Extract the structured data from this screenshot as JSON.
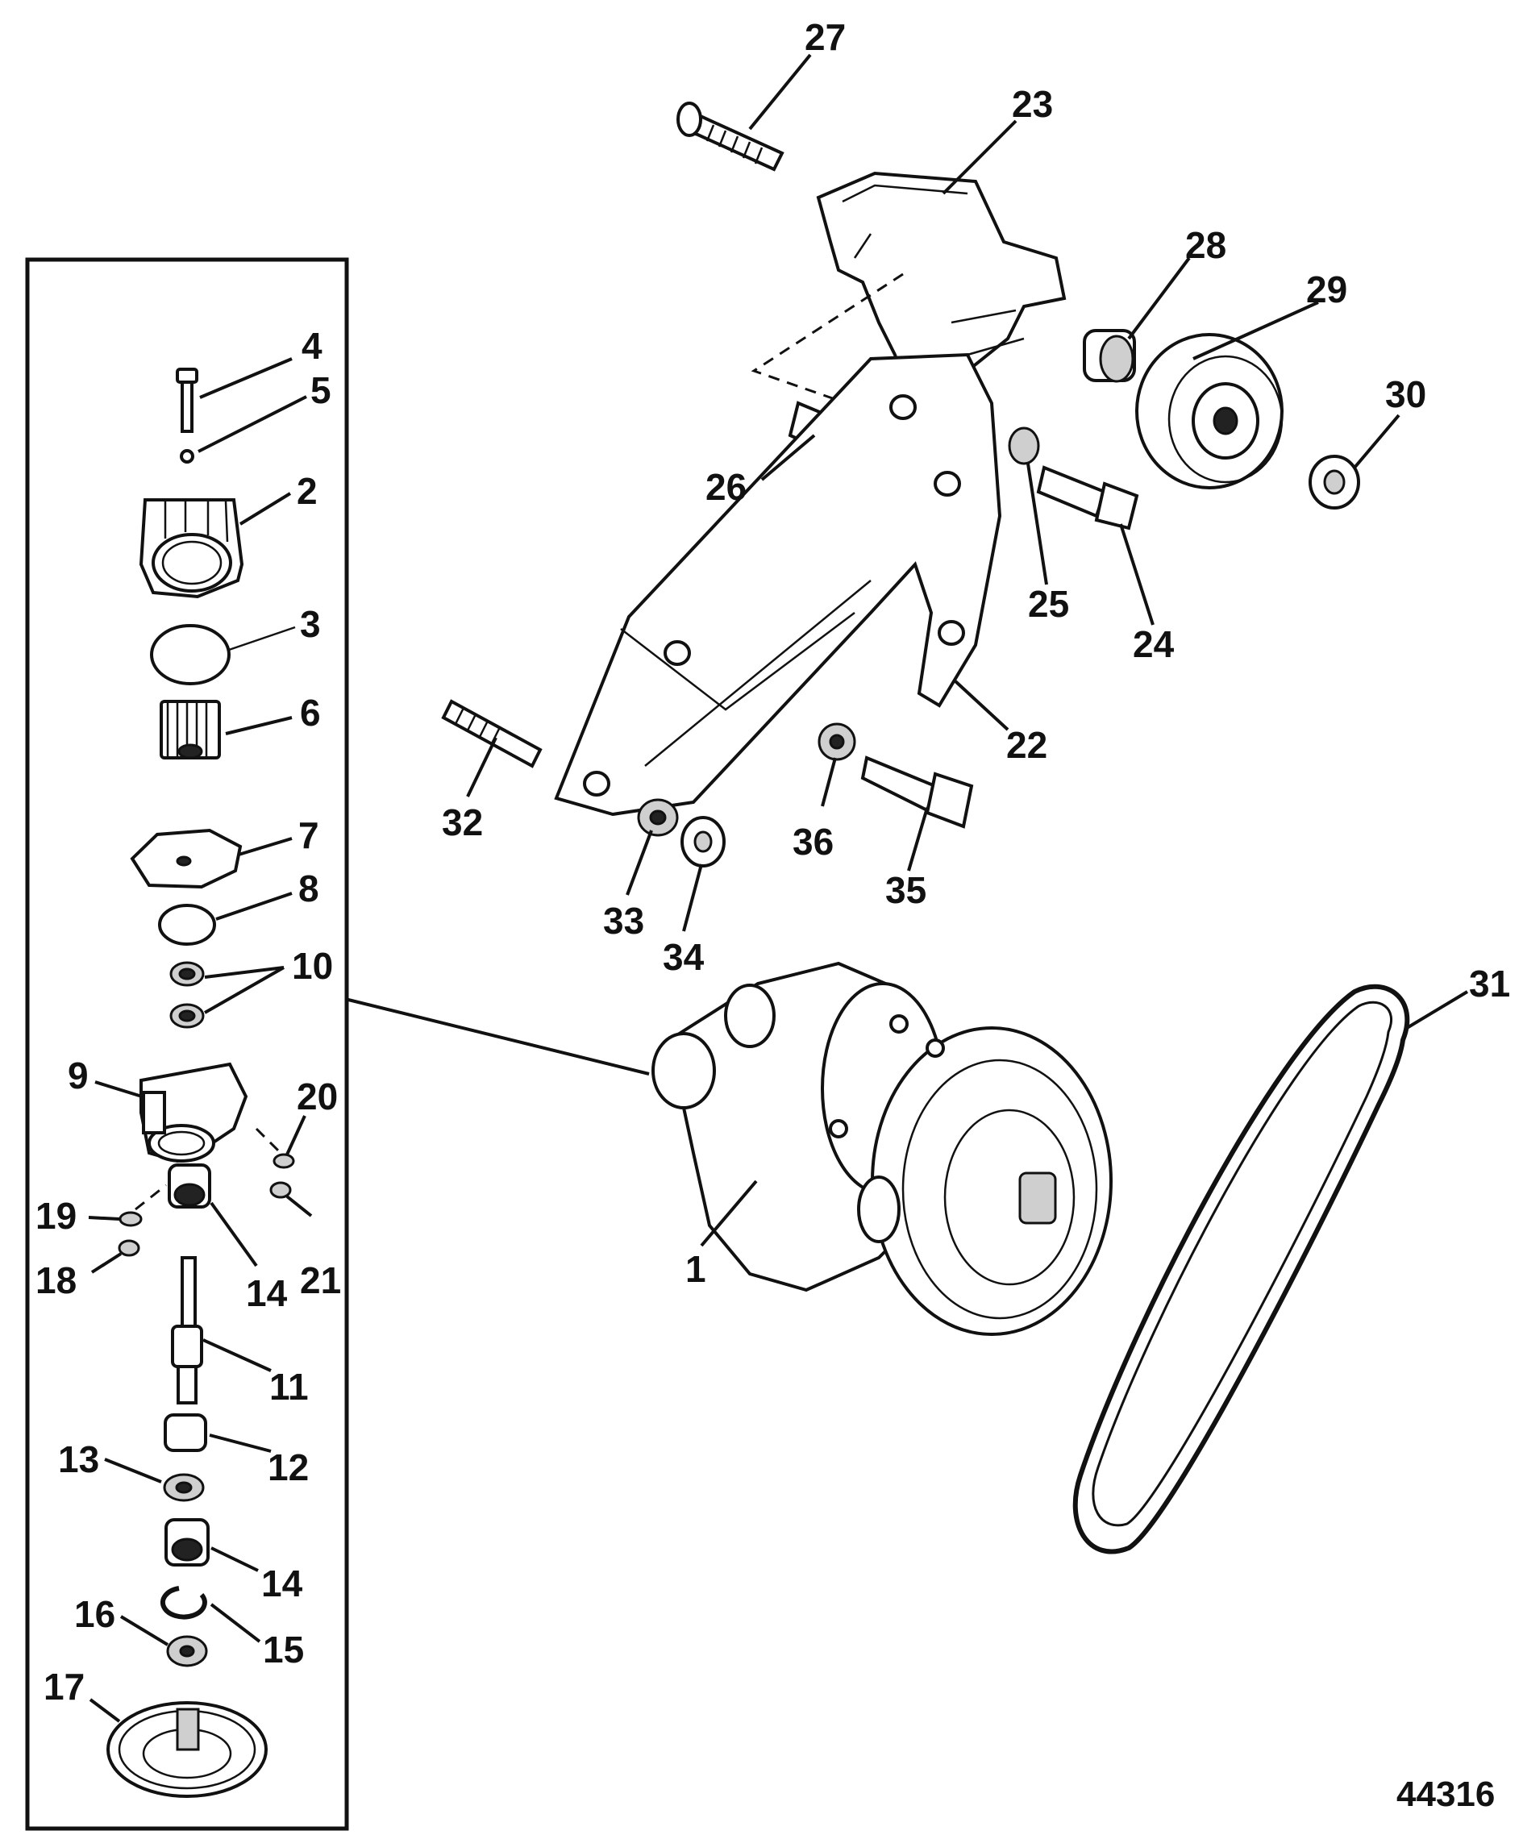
{
  "diagram": {
    "reference_number": "44316",
    "callouts": [
      "1",
      "2",
      "3",
      "4",
      "5",
      "6",
      "7",
      "8",
      "9",
      "10",
      "11",
      "12",
      "13",
      "14",
      "14",
      "15",
      "16",
      "17",
      "18",
      "19",
      "20",
      "21",
      "22",
      "23",
      "24",
      "25",
      "26",
      "27",
      "28",
      "29",
      "30",
      "31",
      "32",
      "33",
      "34",
      "35",
      "36"
    ]
  }
}
